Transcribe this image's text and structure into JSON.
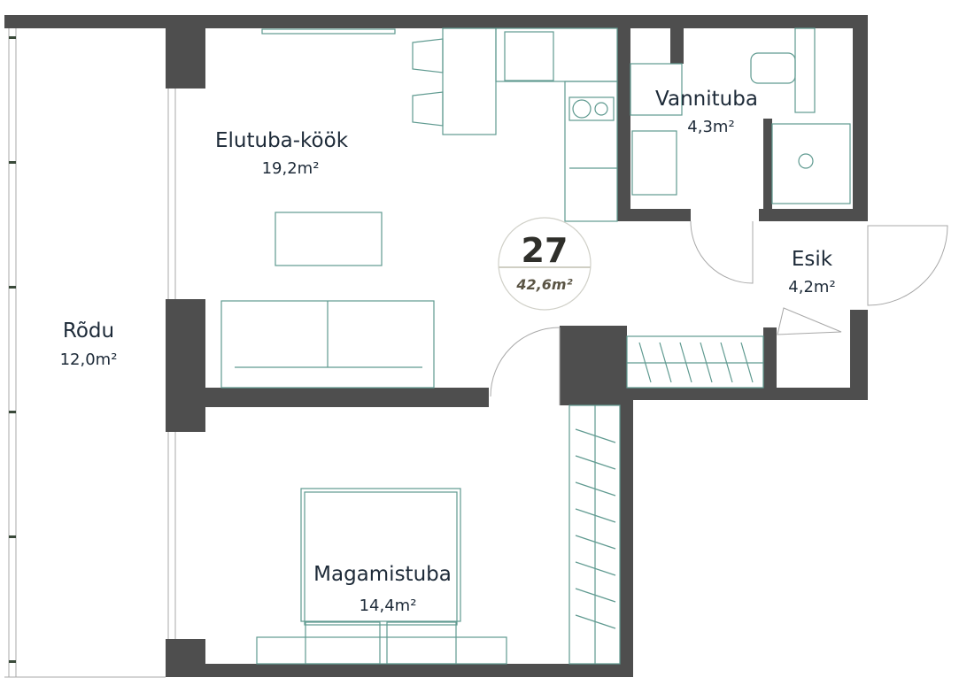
{
  "apartment": {
    "number": "27",
    "total_area": "42,6m²"
  },
  "rooms": [
    {
      "name": "Elutuba-köök",
      "area": "19,2m²"
    },
    {
      "name": "Vannituba",
      "area": "4,3m²"
    },
    {
      "name": "Esik",
      "area": "4,2m²"
    },
    {
      "name": "Rõdu",
      "area": "12,0m²"
    },
    {
      "name": "Magamistuba",
      "area": "14,4m²"
    }
  ],
  "colors": {
    "wall": "#4e4e4e",
    "fixture": "#5f9a90"
  }
}
